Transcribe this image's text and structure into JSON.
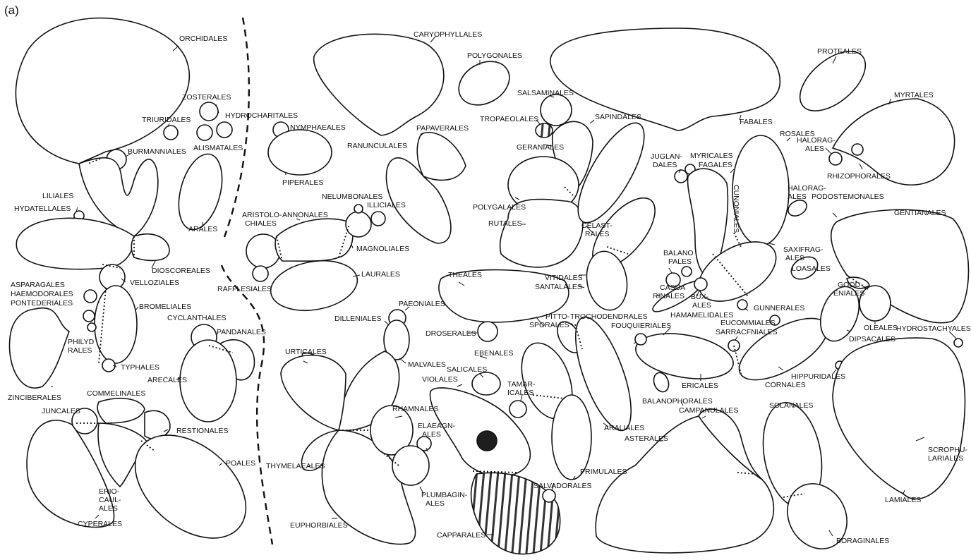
{
  "panel_label": "(a)",
  "labels": {
    "orchidales": "ORCHIDALES",
    "triuridales": "TRIURIDALES",
    "zosterales": "ZOSTERALES",
    "hydrocharitales": "HYDROCHARITALES",
    "alismatales": "ALISMATALES",
    "burmanniales": "BURMANNIALES",
    "liliales": "LILIALES",
    "hydatellales": "HYDATELLALES",
    "arales": "ARALES",
    "dioscoreales": "DIOSCOREALES",
    "asparagales": "ASPARAGALES",
    "haemodorales": "HAEMODORALES",
    "pontederiales": "PONTEDERIALES",
    "velloziales": "VELLOZIALES",
    "bromeliales": "BROMELIALES",
    "philydrales_1": "PHILYD",
    "philydrales_2": "RALES",
    "typhales": "TYPHALES",
    "cyclanthales": "CYCLANTHALES",
    "pandanales": "PANDANALES",
    "arecales": "ARECALES",
    "zinciberales": "ZINCIBERALES",
    "commelinales": "COMMELINALES",
    "juncales": "JUNCALES",
    "restionales": "RESTIONALES",
    "poales": "POALES",
    "eriocaulales_1": "ERIO-",
    "eriocaulales_2": "CAUL-",
    "eriocaulales_3": "ALES",
    "cyperales": "CYPERALES",
    "nymphaeales": "NYMPHAEALES",
    "piperales": "PIPERALES",
    "aristolochiales_1": "ARISTOLO-",
    "aristolochiales_2": "CHIALES",
    "annonales": "ANNONALES",
    "nelumbonales": "NELUMBONALES",
    "illiciales": "ILLICIALES",
    "magnoliales": "MAGNOLIALES",
    "rafflesiales": "RAFFLESIALES",
    "laurales": "LAURALES",
    "caryophyllales": "CARYOPHYLLALES",
    "polygonales": "POLYGONALES",
    "ranunculales": "RANUNCULALES",
    "papaverales": "PAPAVERALES",
    "salsaminales": "SALSAMINALES",
    "tropaeolales": "TROPAEOLALES",
    "geraniales": "GERANIALES",
    "sapindales": "SAPINDALES",
    "polygalales": "POLYGALALES",
    "rutales": "RUTALES",
    "fabales": "FABALES",
    "proteales": "PROTEALES",
    "myrtales": "MYRTALES",
    "rosales": "ROSALES",
    "haloragales_1a": "HALORAG-",
    "haloragales_1b": "ALES",
    "rhizophorales": "RHIZOPHORALES",
    "juglandales_1": "JUGLAN-",
    "juglandales_2": "DALES",
    "myricales": "MYRICALES",
    "fagales": "FAGALES",
    "cunoniales": "CUNONIALES",
    "haloragales_2a": "HALORAG-",
    "haloragales_2b": "ALES",
    "podostemonales": "PODOSTEMONALES",
    "gentianales": "GENTIANALES",
    "celastrales_1": "CELAST-",
    "celastrales_2": "RALES",
    "balanopales_1": "BALANO",
    "balanopales_2": "PALES",
    "saxifragales_1": "SAXIFRAG-",
    "saxifragales_2": "ALES",
    "loasales": "LOASALES",
    "vitidales": "VITIDALES",
    "santalales": "SANTALALES",
    "casuarinales_1": "CASUA",
    "casuarinales_2": "RINALES",
    "buxales_1": "BUX-",
    "buxales_2": "ALES",
    "goodeniales_1": "GOOD",
    "goodeniales_2": "ENIALES",
    "hamamelidales": "HAMAMELIDALES",
    "gunnerales": "GUNNERALES",
    "theales": "THEALES",
    "droserales": "DROSERALES",
    "pittosporales_1": "PITTO-",
    "pittosporales_2": "SPORALES",
    "trochodendrales": "TROCHODENDRALES",
    "fouquieriales": "FOUQUIERIALES",
    "eucommiales": "EUCOMMIALES",
    "oleales": "OLEALES",
    "dipsacales": "DIPSACALES",
    "hydrostachyales": "HYDROSTACHYALES",
    "sarracfniales": "SARRACFNIALES",
    "paeoniales": "PAEONIALES",
    "dilleniales": "DILLENIALES",
    "urticales": "URTICALES",
    "malvales": "MALVALES",
    "ebenales": "EBENALES",
    "salicales": "SALICALES",
    "violales": "VIOLALES",
    "tamaricales_1": "TAMAR-",
    "tamaricales_2": "ICALES",
    "rhamnales": "RHAMNALES",
    "elaeagnales_1": "ELAEAGN-",
    "elaeagnales_2": "ALES",
    "thymelaeales": "THYMELAEALES",
    "plumbaginales_1": "PLUMBAGIN-",
    "plumbaginales_2": "ALES",
    "euphorbiales": "EUPHORBIALES",
    "salvadorales": "SALVADORALES",
    "capparales": "CAPPARALES",
    "araliales": "ARALIALES",
    "primulales": "PRIMULALES",
    "ericales": "ERICALES",
    "cornales": "CORNALES",
    "hippuridales": "HIPPURIDALES",
    "balanophorales": "BALANOPHORALES",
    "campanulales": "CAMPANULALES",
    "asterales": "ASTERALES",
    "solanales": "SOLANALES",
    "scrophulariales_1": "SCROPHU-",
    "scrophulariales_2": "LARIALES",
    "lamiales": "LAMIALES",
    "boraginales": "BORAGINALES"
  }
}
